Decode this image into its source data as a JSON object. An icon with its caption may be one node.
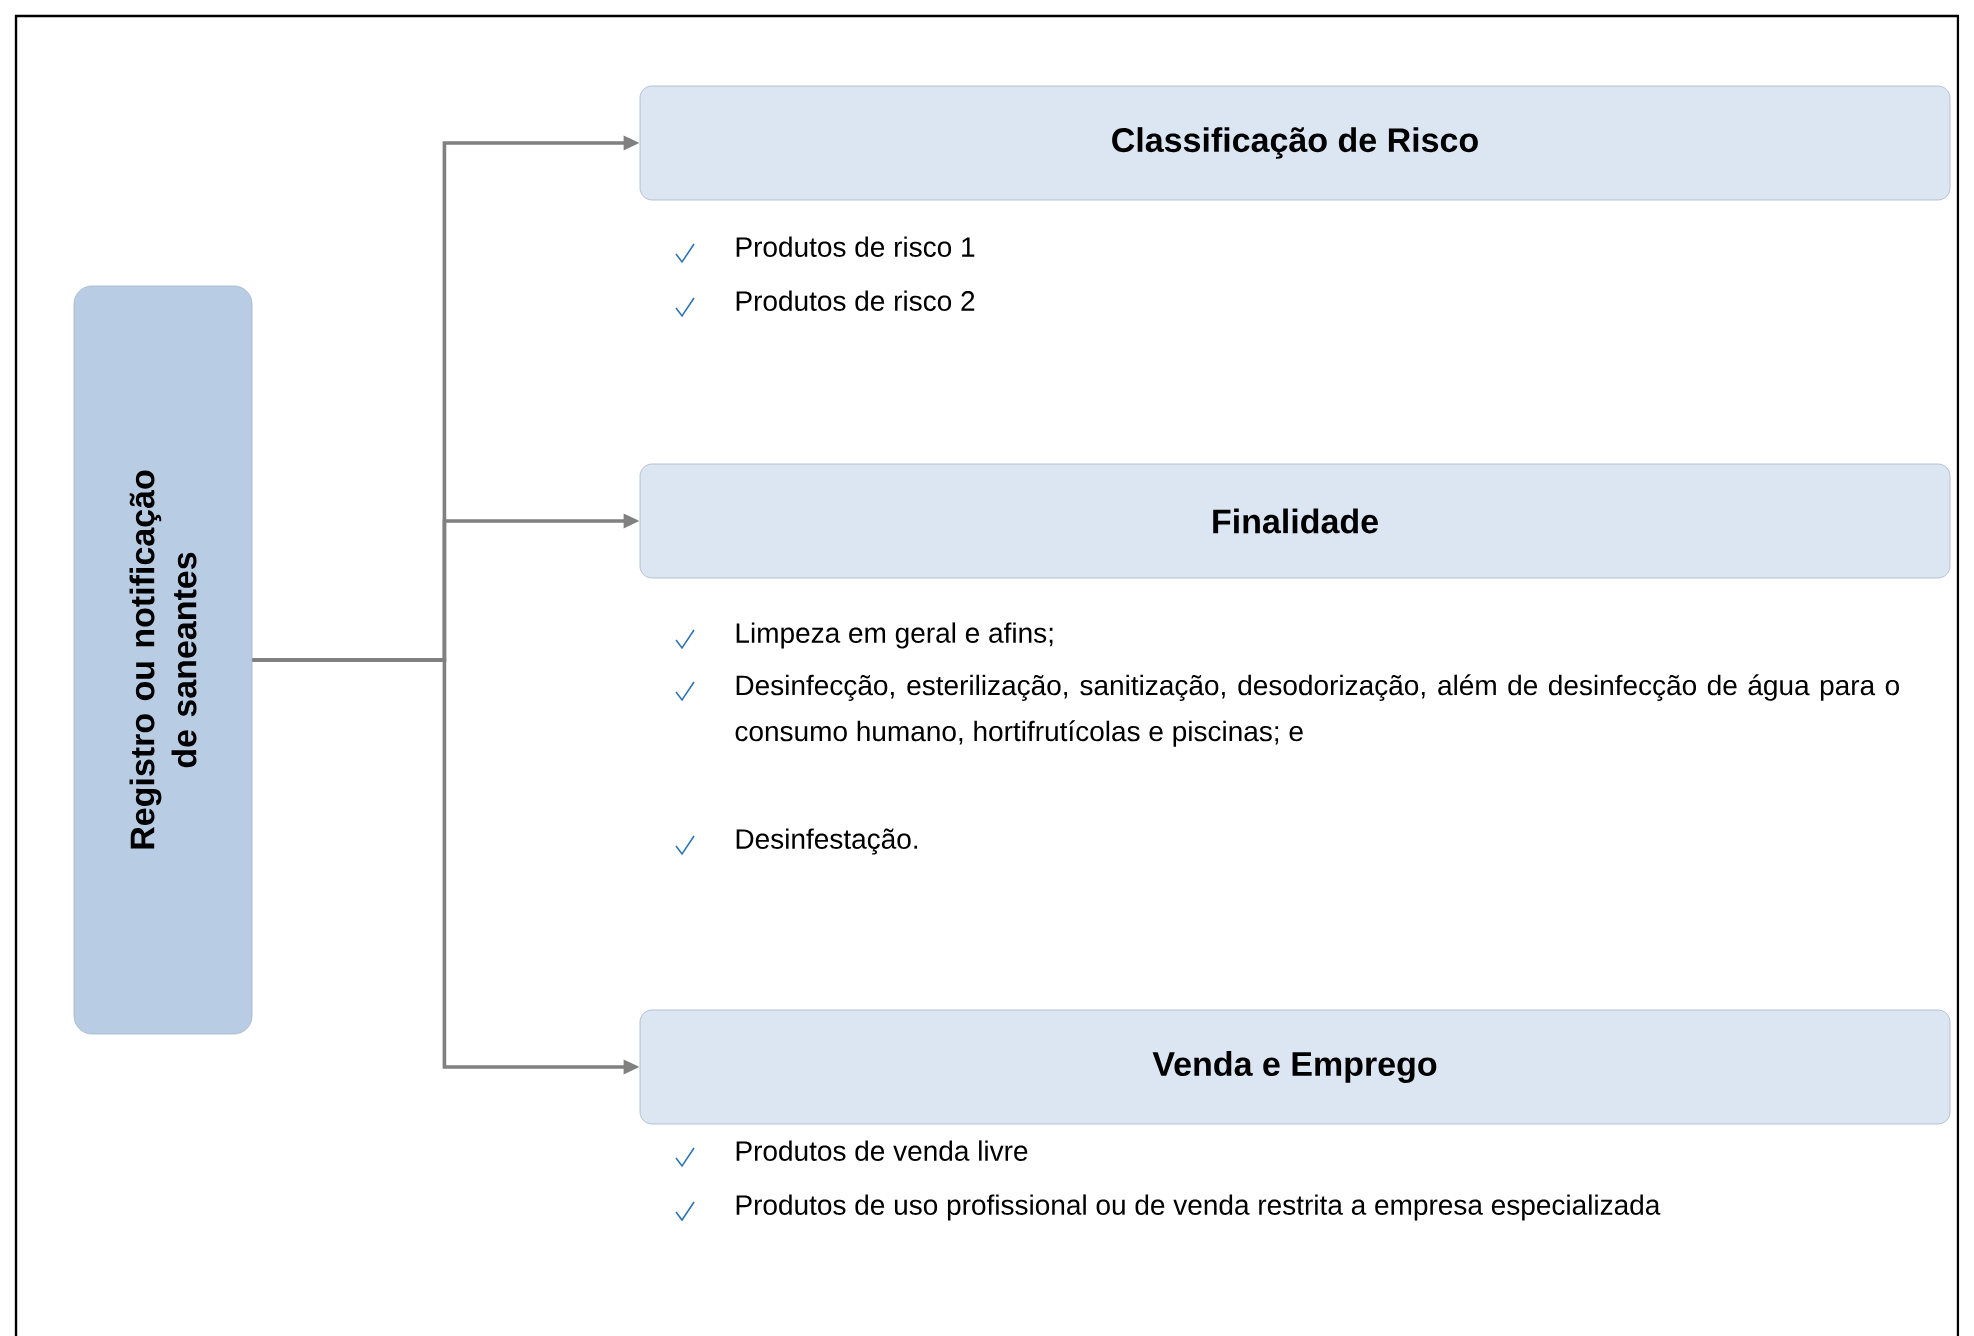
{
  "diagram": {
    "nodes": [
      {
        "text": [
          "Registro ou notificação de saneantes"
        ]
      },
      {
        "text": [
          "Classificação de Risco"
        ],
        "beside": [
          "Produtos de risco 1",
          "Produtos de risco 2"
        ]
      },
      {
        "text": [
          "Finalidade"
        ],
        "beside": [
          "Limpeza em geral e afins;",
          "Desinfecção, esterilização, sanitização, desodorização, além de desinfecção de água para o consumo humano, hortifrutícolas e piscinas; e",
          "Desinfestação."
        ]
      },
      {
        "text": [
          "Venda e Emprego"
        ],
        "beside": [
          "Produtos de venda livre",
          "Produtos de uso profissional ou de venda restrita a empresa especializada"
        ]
      }
    ],
    "edges": [
      {
        "from": 0,
        "to": 1,
        "arrow": "to"
      },
      {
        "from": 0,
        "to": 2,
        "arrow": "to"
      },
      {
        "from": 0,
        "to": 3,
        "arrow": "to"
      }
    ]
  }
}
